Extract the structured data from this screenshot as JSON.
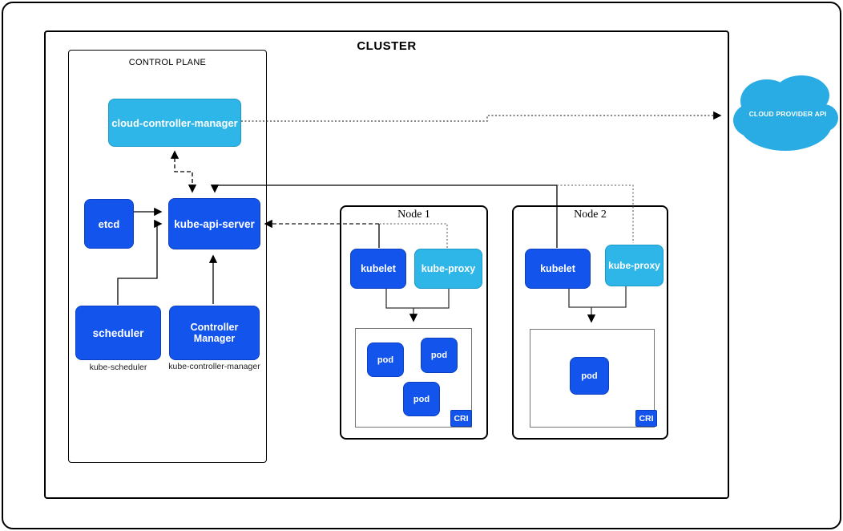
{
  "cluster": {
    "title": "CLUSTER"
  },
  "control_plane": {
    "title": "CONTROL PLANE",
    "cloud_controller_manager": "cloud-controller-manager",
    "etcd": "etcd",
    "kube_api_server": "kube-api-server",
    "scheduler": "scheduler",
    "controller_manager": "Controller Manager",
    "scheduler_caption": "kube-scheduler",
    "controller_manager_caption": "kube-controller-manager"
  },
  "nodes": [
    {
      "title": "Node 1",
      "kubelet": "kubelet",
      "kube_proxy": "kube-proxy",
      "pods": [
        "pod",
        "pod",
        "pod"
      ],
      "cri": "CRI"
    },
    {
      "title": "Node 2",
      "kubelet": "kubelet",
      "kube_proxy": "kube-proxy",
      "pods": [
        "pod"
      ],
      "cri": "CRI"
    }
  ],
  "cloud_provider": {
    "label": "CLOUD PROVIDER API"
  },
  "colors": {
    "primary_blue": "#1355EC",
    "light_blue": "#2EB6E8",
    "cloud_blue": "#29ACE4",
    "box_text": "#FFFFFF",
    "line_black": "#000000",
    "line_gray": "#757575"
  }
}
